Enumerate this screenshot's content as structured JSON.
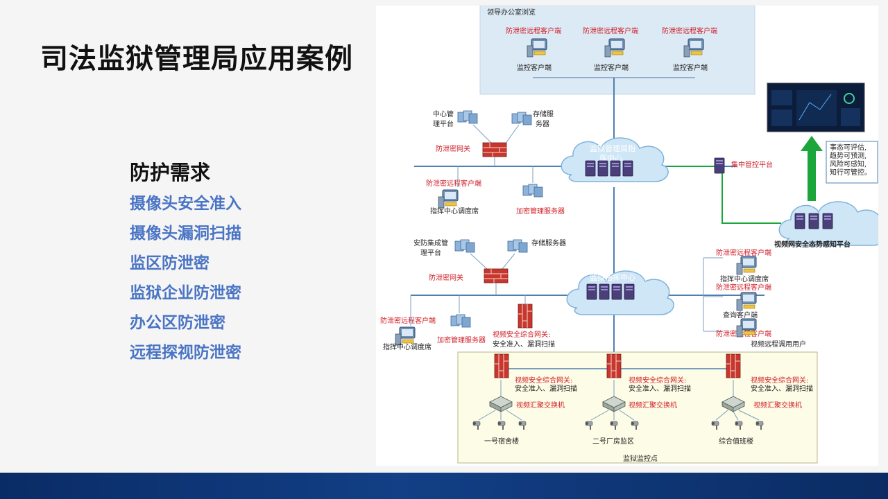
{
  "slide": {
    "title": "司法监狱管理局应用案例",
    "needs_heading": "防护需求",
    "needs": [
      "摄像头安全准入",
      "摄像头漏洞扫描",
      "监区防泄密",
      "监狱企业防泄密",
      "办公区防泄密",
      "远程探视防泄密"
    ]
  },
  "diagram": {
    "leader_office": {
      "title": "领导办公室浏览",
      "remote_client_label": "防泄密远程客户端",
      "monitor_client_label": "监控客户端"
    },
    "bureau_center": {
      "cloud_label_1": "监狱管理局指",
      "cloud_label_2": "挥中心",
      "mgmt_platform_1": "中心管",
      "mgmt_platform_2": "理平台",
      "storage_1": "存储服",
      "storage_2": "务器",
      "gateway": "防泄密网关",
      "remote_client": "防泄密远程客户端",
      "dispatch_seat": "指挥中心调度席",
      "crypto_server": "加密管理服务器"
    },
    "central_control": "集中管控平台",
    "dashboard": {
      "title": "视频网安全态势感知平台",
      "capabilities": [
        "事态可评估,",
        "趋势可预测,",
        "风险可感知,",
        "知行可管控。"
      ],
      "platform_label": "视频网安全态势感知平台"
    },
    "prison_center": {
      "cloud_label": "监狱指挥中心",
      "security_platform_1": "安防集成管",
      "security_platform_2": "理平台",
      "storage": "存储服务器",
      "gateway": "防泄密网关",
      "remote_client": "防泄密远程客户端",
      "dispatch_seat": "指挥中心调度席",
      "crypto_server": "加密管理服务器",
      "video_gw_1": "视频安全综合网关:",
      "video_gw_2": "安全准入、漏洞扫描"
    },
    "right_clients": {
      "client_label": "防泄密远程客户端",
      "seat": "指挥中心调度席",
      "query": "查询客户端",
      "remote_user": "视频远程调用用户"
    },
    "monitoring_points": {
      "title": "监狱监控点",
      "gateway_line1": "视频安全综合网关:",
      "gateway_line2": "安全准入、漏洞扫描",
      "switch": "视频汇聚交换机",
      "sites": [
        "一号宿舍楼",
        "二号厂房监区",
        "综合值班楼"
      ]
    }
  },
  "colors": {
    "accent_blue": "#4a74c4",
    "red": "#d0202a",
    "footer_blue": "#0f3a7d",
    "green_arrow": "#1aa63a",
    "cloud_blue": "#cfe6f7"
  }
}
